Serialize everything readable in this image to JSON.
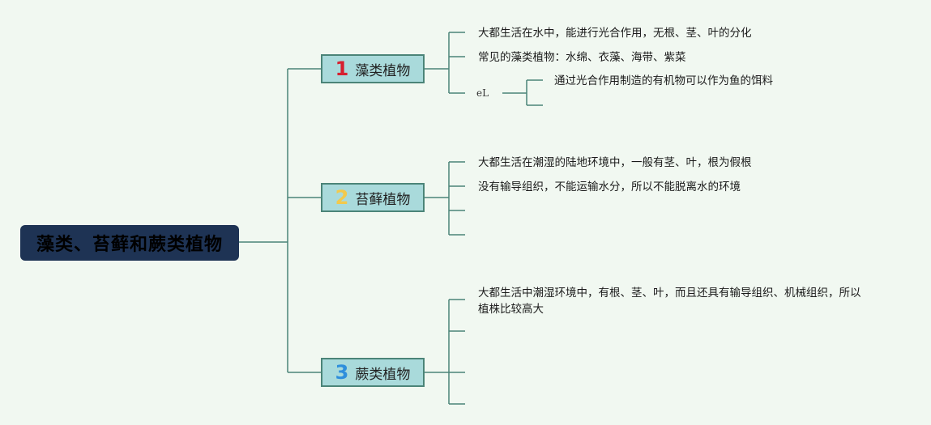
{
  "root": {
    "title": "藻类、苔藓和蕨类植物"
  },
  "colors": {
    "root_bg": "#1e3354",
    "branch_bg": "#a9dadb",
    "line": "#4b8478",
    "num1": "#d6202f",
    "num2": "#f2c94c",
    "num3": "#2f8fdc"
  },
  "branches": [
    {
      "number": "1",
      "label": "藻类植物",
      "leaves": [
        "大都生活在水中，能进行光合作用，无根、茎、叶的分化",
        "常见的藻类植物：水绵、衣藻、海带、紫菜",
        ""
      ],
      "note": "eL",
      "sub_leaves": [
        "通过光合作用制造的有机物可以作为鱼的饵料",
        ""
      ]
    },
    {
      "number": "2",
      "label": "苔藓植物",
      "leaves": [
        "大都生活在潮湿的陆地环境中，一般有茎、叶，根为假根",
        "没有输导组织，不能运输水分，所以不能脱离水的环境",
        "",
        ""
      ]
    },
    {
      "number": "3",
      "label": "蕨类植物",
      "leaves": [
        "大都生活中潮湿环境中，有根、茎、叶，而且还具有输导组织、机械组织，所以",
        "植株比较高大",
        "",
        ""
      ]
    }
  ]
}
